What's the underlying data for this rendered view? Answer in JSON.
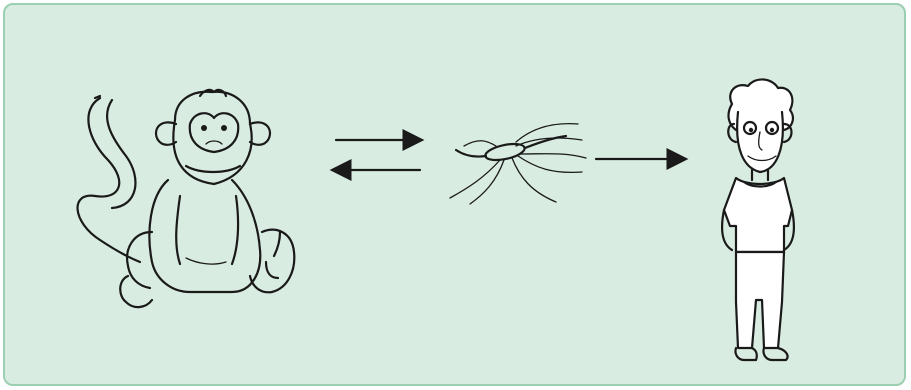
{
  "diagram": {
    "nodes": [
      {
        "id": "monkey",
        "icon": "monkey-icon"
      },
      {
        "id": "mosquito",
        "icon": "mosquito-icon"
      },
      {
        "id": "human",
        "icon": "human-icon"
      }
    ],
    "edges": [
      {
        "from": "monkey",
        "to": "mosquito",
        "direction": "forward"
      },
      {
        "from": "mosquito",
        "to": "monkey",
        "direction": "backward"
      },
      {
        "from": "mosquito",
        "to": "human",
        "direction": "forward"
      }
    ],
    "colors": {
      "background": "#d9ece1",
      "border": "#9ccfb1",
      "ink": "#1a1a1a"
    }
  }
}
